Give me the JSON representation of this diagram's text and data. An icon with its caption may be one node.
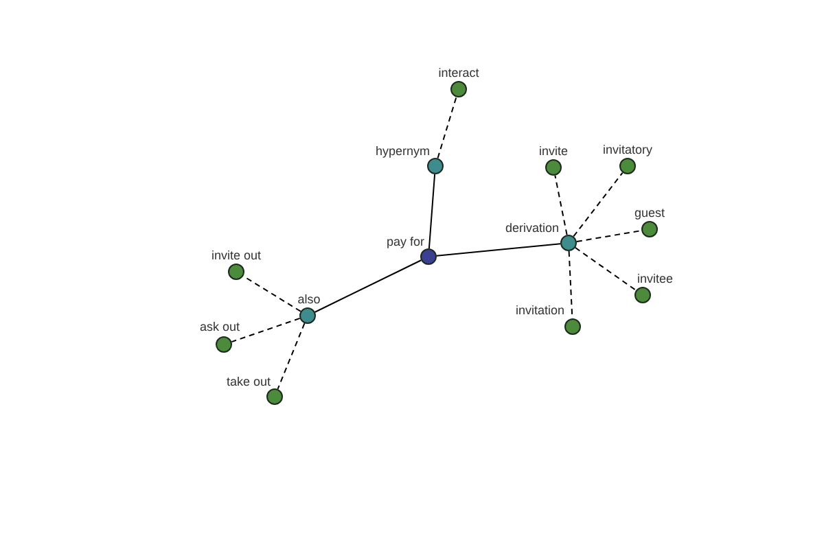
{
  "diagram": {
    "nodes": [
      {
        "text": [],
        "shape": "circle",
        "beside": [
          "interact"
        ]
      },
      {
        "text": [],
        "shape": "circle",
        "beside": [
          "hypernym"
        ]
      },
      {
        "text": [],
        "shape": "circle",
        "beside": [
          "invite"
        ]
      },
      {
        "text": [],
        "shape": "circle",
        "beside": [
          "invitatory"
        ]
      },
      {
        "text": [],
        "shape": "circle",
        "beside": [
          "guest"
        ]
      },
      {
        "text": [],
        "shape": "circle",
        "beside": [
          "derivation"
        ]
      },
      {
        "text": [],
        "shape": "circle",
        "beside": [
          "pay for"
        ]
      },
      {
        "text": [],
        "shape": "circle",
        "beside": [
          "invite out"
        ]
      },
      {
        "text": [],
        "shape": "circle",
        "beside": [
          "invitee"
        ]
      },
      {
        "text": [],
        "shape": "circle",
        "beside": [
          "also"
        ]
      },
      {
        "text": [],
        "shape": "circle",
        "beside": [
          "invitation"
        ]
      },
      {
        "text": [],
        "shape": "circle",
        "beside": [
          "ask out"
        ]
      },
      {
        "text": [],
        "shape": "circle",
        "beside": [
          "take out"
        ]
      }
    ],
    "edges": [
      {
        "from": 6,
        "to": 1,
        "arrow": "none"
      },
      {
        "from": 6,
        "to": 5,
        "arrow": "none"
      },
      {
        "from": 6,
        "to": 9,
        "arrow": "none"
      },
      {
        "from": 1,
        "to": 0,
        "arrow": "none",
        "style": "dashed"
      },
      {
        "from": 5,
        "to": 2,
        "arrow": "none",
        "style": "dashed"
      },
      {
        "from": 5,
        "to": 3,
        "arrow": "none",
        "style": "dashed"
      },
      {
        "from": 5,
        "to": 4,
        "arrow": "none",
        "style": "dashed"
      },
      {
        "from": 5,
        "to": 8,
        "arrow": "none",
        "style": "dashed"
      },
      {
        "from": 5,
        "to": 10,
        "arrow": "none",
        "style": "dashed"
      },
      {
        "from": 9,
        "to": 7,
        "arrow": "none",
        "style": "dashed"
      },
      {
        "from": 9,
        "to": 11,
        "arrow": "none",
        "style": "dashed"
      },
      {
        "from": 9,
        "to": 12,
        "arrow": "none",
        "style": "dashed"
      }
    ]
  }
}
